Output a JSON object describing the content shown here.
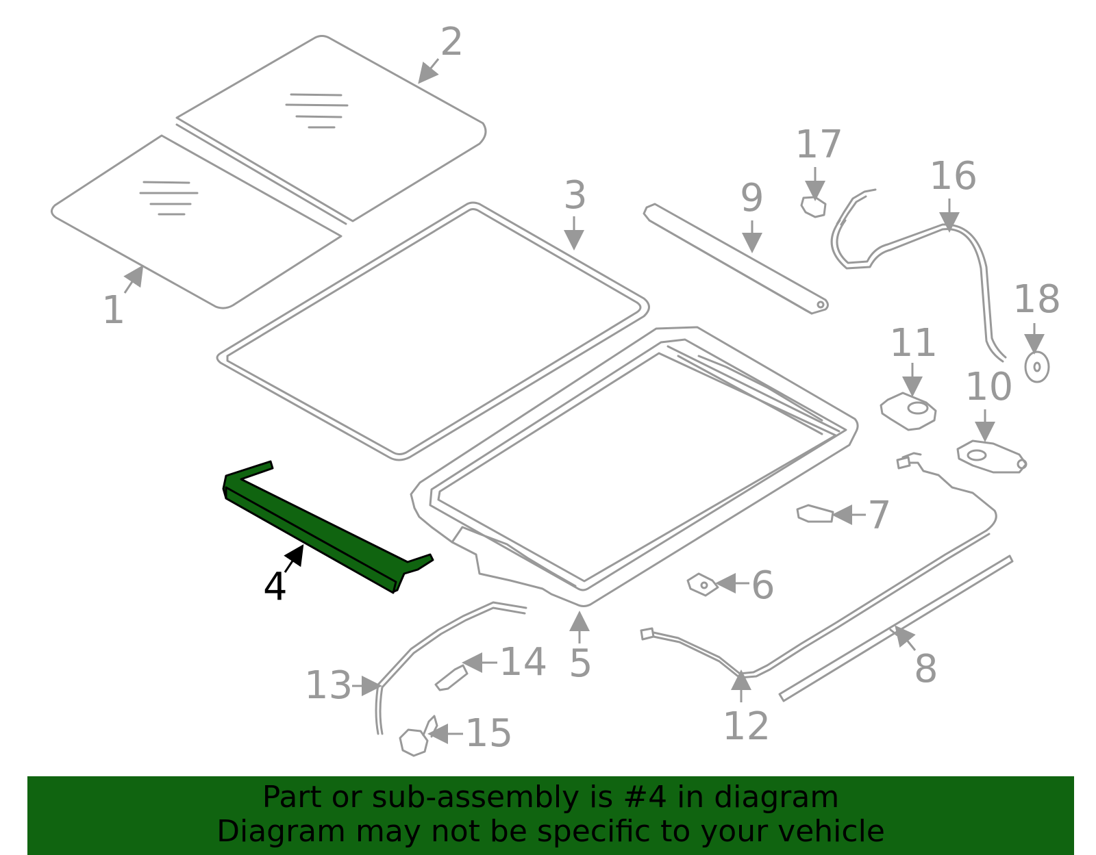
{
  "diagram": {
    "callouts": [
      {
        "id": "1",
        "label": "1"
      },
      {
        "id": "2",
        "label": "2"
      },
      {
        "id": "3",
        "label": "3"
      },
      {
        "id": "4",
        "label": "4"
      },
      {
        "id": "5",
        "label": "5"
      },
      {
        "id": "6",
        "label": "6"
      },
      {
        "id": "7",
        "label": "7"
      },
      {
        "id": "8",
        "label": "8"
      },
      {
        "id": "9",
        "label": "9"
      },
      {
        "id": "10",
        "label": "10"
      },
      {
        "id": "11",
        "label": "11"
      },
      {
        "id": "12",
        "label": "12"
      },
      {
        "id": "13",
        "label": "13"
      },
      {
        "id": "14",
        "label": "14"
      },
      {
        "id": "15",
        "label": "15"
      },
      {
        "id": "16",
        "label": "16"
      },
      {
        "id": "17",
        "label": "17"
      },
      {
        "id": "18",
        "label": "18"
      }
    ],
    "highlighted_part": "4",
    "colors": {
      "line": "#999999",
      "highlight": "#106410",
      "highlight_label": "#000000",
      "banner_bg": "#106410"
    }
  },
  "banner": {
    "line1": "Part or sub-assembly is #4 in diagram",
    "line2": "Diagram may not be specific to your vehicle"
  }
}
